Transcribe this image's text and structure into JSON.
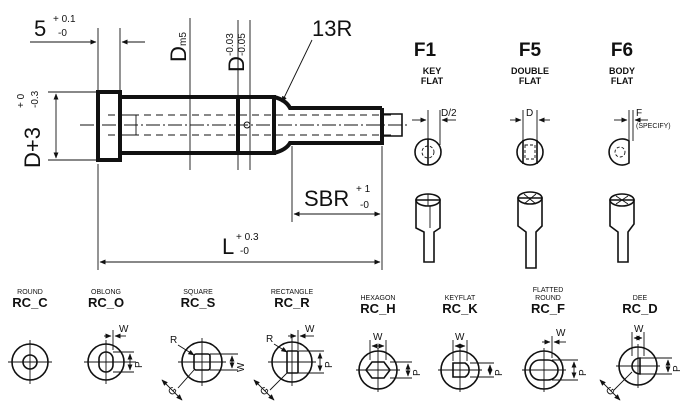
{
  "main": {
    "dim_head": {
      "base": "5",
      "tol_plus": "+ 0.1",
      "tol_minus": "-0"
    },
    "dim_shank": {
      "base": "D",
      "sub": "m5"
    },
    "dim_neck": {
      "base": "D",
      "tol_a": "-0.03",
      "tol_b": "-0.05"
    },
    "dim_radius": "13R",
    "dim_head_dia": {
      "base": "D+3",
      "tol_plus": "+ 0",
      "tol_minus": "-0.3"
    },
    "dim_sbr": {
      "base": "SBR",
      "tol_plus": "+ 1",
      "tol_minus": "-0"
    },
    "dim_length": {
      "base": "L",
      "tol_plus": "+ 0.3",
      "tol_minus": "-0"
    }
  },
  "flats": [
    {
      "code": "F1",
      "line1": "KEY",
      "line2": "FLAT",
      "dim": "D/2"
    },
    {
      "code": "F5",
      "line1": "DOUBLE",
      "line2": "FLAT",
      "dim": "D"
    },
    {
      "code": "F6",
      "line1": "BODY",
      "line2": "FLAT",
      "dim": "F",
      "note": "(SPECIFY)"
    }
  ],
  "shapes": [
    {
      "desc": "ROUND",
      "desc2": "",
      "code": "RC_C"
    },
    {
      "desc": "OBLONG",
      "desc2": "",
      "code": "RC_O"
    },
    {
      "desc": "SQUARE",
      "desc2": "",
      "code": "RC_S"
    },
    {
      "desc": "RECTANGLE",
      "desc2": "",
      "code": "RC_R"
    },
    {
      "desc": "HEXAGON",
      "desc2": "",
      "code": "RC_H"
    },
    {
      "desc": "KEYFLAT",
      "desc2": "",
      "code": "RC_K"
    },
    {
      "desc": "FLATTED",
      "desc2": "ROUND",
      "code": "RC_F"
    },
    {
      "desc": "DEE",
      "desc2": "",
      "code": "RC_D"
    }
  ],
  "shape_labels": {
    "w": "W",
    "p": "P",
    "g": "G",
    "r": "R"
  }
}
